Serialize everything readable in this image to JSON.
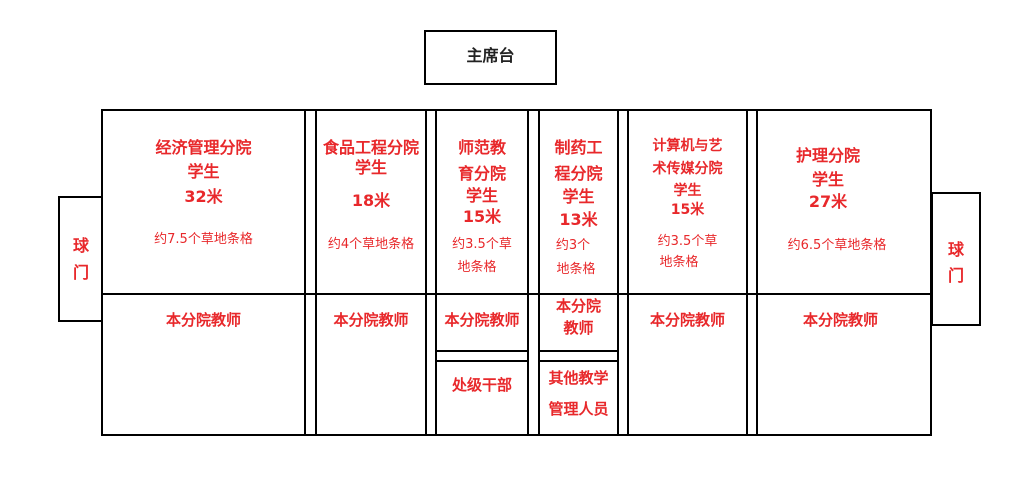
{
  "podium": "主席台",
  "goal": {
    "left": [
      "球",
      "门"
    ],
    "right": [
      "球",
      "门"
    ]
  },
  "sections": [
    {
      "dept": "经济管理分院",
      "students": "学生",
      "length": "32米",
      "grass": "约7.5个草地条格",
      "teachers": "本分院教师"
    },
    {
      "dept_lines": [
        "食品工程分院",
        "学生"
      ],
      "length": "18米",
      "grass": "约4个草地条格",
      "teachers": "本分院教师"
    },
    {
      "dept_lines": [
        "师范教",
        "育分院",
        "学生"
      ],
      "length": "15米",
      "grass_lines": [
        "约3.5个草",
        "地条格"
      ],
      "teachers": "本分院教师",
      "extra": "处级干部"
    },
    {
      "dept_lines": [
        "制药工",
        "程分院",
        "学生"
      ],
      "length": "13米",
      "grass_lines": [
        "约3个",
        "地条格"
      ],
      "teachers_lines": [
        "本分院",
        "教师"
      ],
      "extra_lines": [
        "其他教学",
        "管理人员"
      ]
    },
    {
      "dept_lines": [
        "计算机与艺",
        "术传媒分院",
        "学生"
      ],
      "length": "15米",
      "grass_lines": [
        "约3.5个草",
        "地条格"
      ],
      "teachers": "本分院教师"
    },
    {
      "dept_lines": [
        "护理分院",
        "学生"
      ],
      "length": "27米",
      "grass": "约6.5个草地条格",
      "teachers": "本分院教师"
    }
  ]
}
